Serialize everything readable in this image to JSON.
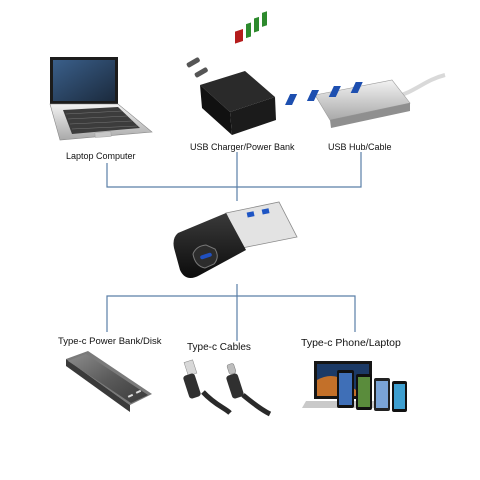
{
  "diagram": {
    "title": "",
    "top_items": [
      {
        "label": "Laptop Computer",
        "icon": "laptop-icon"
      },
      {
        "label": "USB Charger/Power Bank",
        "icon": "usb-charger-icon"
      },
      {
        "label": "USB Hub/Cable",
        "icon": "usb-hub-icon"
      }
    ],
    "center_item": {
      "icon": "usb-to-type-c-adapter-icon"
    },
    "bottom_items": [
      {
        "label": "Type-c Power Bank/Disk",
        "icon": "power-bank-icon"
      },
      {
        "label": "Type-c Cables",
        "icon": "type-c-cable-icon"
      },
      {
        "label": "Type-c Phone/Laptop",
        "icon": "phone-laptop-icon"
      }
    ],
    "connector_color": "#5a7fa8"
  }
}
